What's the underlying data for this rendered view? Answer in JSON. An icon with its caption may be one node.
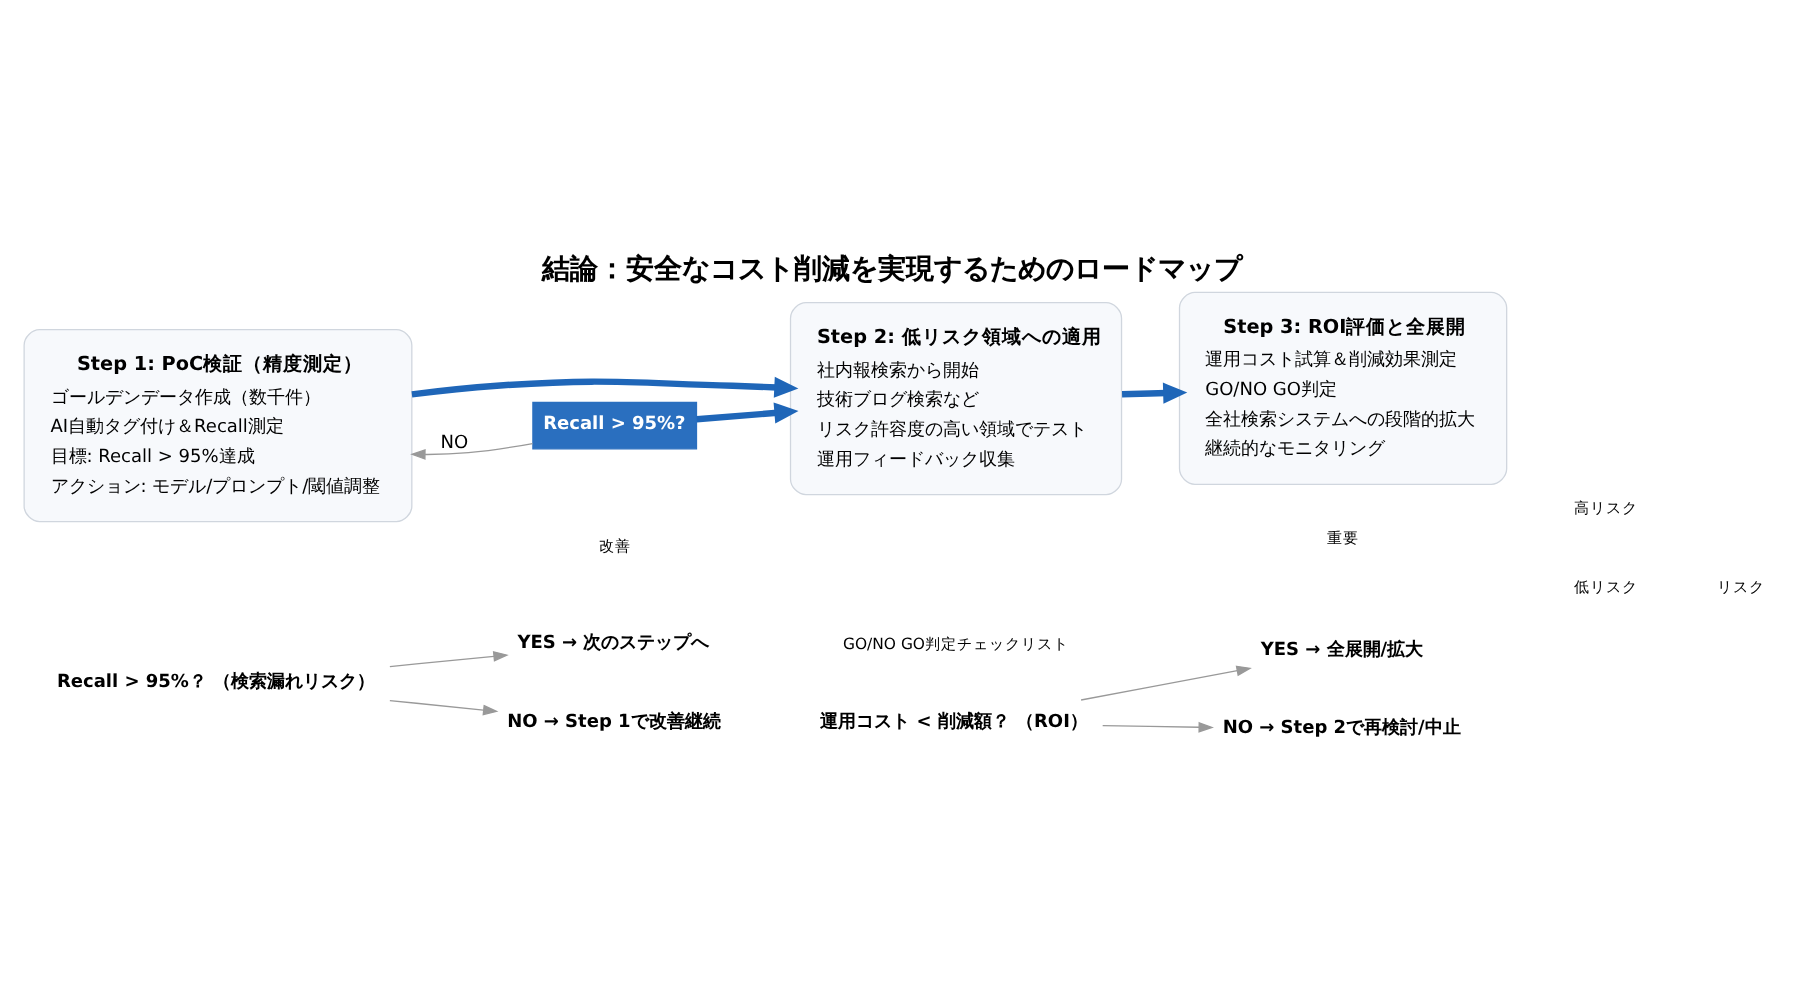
{
  "diagram": {
    "title": "結論：安全なコスト削減を実現するためのロードマップ",
    "nodes": [
      {
        "text": [
          "Step 1: PoC検証（精度測定）",
          "ゴールデンデータ作成（数千件）",
          "AI自動タグ付け＆Recall測定",
          "目標: Recall > 95%達成",
          "アクション: モデル/プロンプト/閾値調整"
        ]
      },
      {
        "text": [
          "Step 2: 低リスク領域への適用",
          "社内報検索から開始",
          "技術ブログ検索など",
          "リスク許容度の高い領域でテスト",
          "運用フィードバック収集"
        ]
      },
      {
        "text": [
          "Step 3: ROI評価と全展開",
          "運用コスト試算＆削減効果測定",
          "GO/NO GO判定",
          "全社検索システムへの段階的拡大",
          "継続的なモニタリング"
        ]
      },
      {
        "text": [
          "Recall > 95%?"
        ]
      },
      {
        "text": [
          "Recall > 95%？ （検索漏れリスク）"
        ]
      },
      {
        "text": [
          "YES → 次のステップへ"
        ]
      },
      {
        "text": [
          "NO → Step 1で改善継続"
        ]
      },
      {
        "text": [
          "運用コスト < 削減額？ （ROI）"
        ]
      },
      {
        "text": [
          "YES → 全展開/拡大"
        ]
      },
      {
        "text": [
          "NO → Step 2で再検討/中止"
        ]
      }
    ],
    "edges": [
      {
        "from": 0,
        "to": 1,
        "arrow": "to",
        "style": "thick",
        "color": "#1f66b8"
      },
      {
        "from": 1,
        "to": 2,
        "arrow": "to",
        "style": "thick",
        "color": "#1f66b8"
      },
      {
        "from": 3,
        "to": 1,
        "arrow": "to",
        "style": "thick",
        "color": "#1f66b8"
      },
      {
        "from": 3,
        "to": 0,
        "arrow": "to",
        "label": "NO"
      },
      {
        "from": 4,
        "to": 5,
        "arrow": "to"
      },
      {
        "from": 4,
        "to": 6,
        "arrow": "to"
      },
      {
        "from": 7,
        "to": 8,
        "arrow": "to"
      },
      {
        "from": 7,
        "to": 9,
        "arrow": "to"
      }
    ],
    "labels": [
      "改善",
      "重要",
      "高リスク",
      "低リスク",
      "リスク",
      "GO/NO GO判定チェックリスト"
    ]
  }
}
